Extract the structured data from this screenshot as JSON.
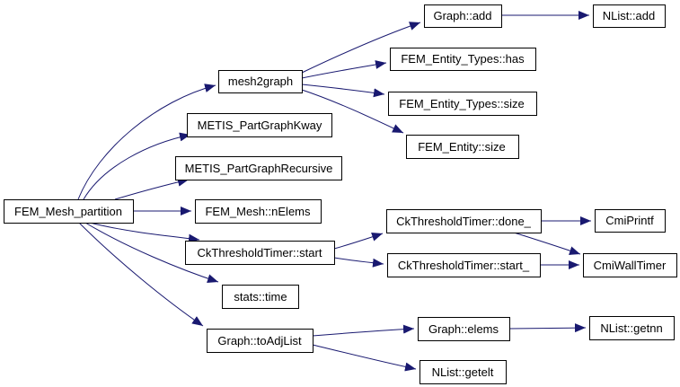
{
  "diagram": {
    "type": "call-graph",
    "colors": {
      "background": "#ffffff",
      "edge": "#191970",
      "node_border": "#000000",
      "node_fill": "#ffffff",
      "root_fill": "#c0c0c0",
      "text": "#000000"
    },
    "nodes": {
      "partition": {
        "label": "FEM_Mesh_partition",
        "role": "root"
      },
      "mesh2graph": {
        "label": "mesh2graph"
      },
      "kway": {
        "label": "METIS_PartGraphKway"
      },
      "recursive": {
        "label": "METIS_PartGraphRecursive"
      },
      "nelems": {
        "label": "FEM_Mesh::nElems"
      },
      "ckstart": {
        "label": "CkThresholdTimer::start"
      },
      "statstime": {
        "label": "stats::time"
      },
      "toadjlist": {
        "label": "Graph::toAdjList"
      },
      "graphadd": {
        "label": "Graph::add"
      },
      "nlistadd": {
        "label": "NList::add"
      },
      "typeshas": {
        "label": "FEM_Entity_Types::has"
      },
      "typessize": {
        "label": "FEM_Entity_Types::size"
      },
      "entitysize": {
        "label": "FEM_Entity::size"
      },
      "done": {
        "label": "CkThresholdTimer::done_"
      },
      "cmiprintf": {
        "label": "CmiPrintf"
      },
      "start2": {
        "label": "CkThresholdTimer::start_"
      },
      "cmiwalltimer": {
        "label": "CmiWallTimer"
      },
      "elems": {
        "label": "Graph::elems"
      },
      "getnn": {
        "label": "NList::getnn"
      },
      "getelt": {
        "label": "NList::getelt"
      }
    },
    "edges": [
      {
        "from": "FEM_Mesh_partition",
        "to": "mesh2graph"
      },
      {
        "from": "FEM_Mesh_partition",
        "to": "METIS_PartGraphKway"
      },
      {
        "from": "FEM_Mesh_partition",
        "to": "METIS_PartGraphRecursive"
      },
      {
        "from": "FEM_Mesh_partition",
        "to": "FEM_Mesh::nElems"
      },
      {
        "from": "FEM_Mesh_partition",
        "to": "CkThresholdTimer::start"
      },
      {
        "from": "FEM_Mesh_partition",
        "to": "stats::time"
      },
      {
        "from": "FEM_Mesh_partition",
        "to": "Graph::toAdjList"
      },
      {
        "from": "mesh2graph",
        "to": "Graph::add"
      },
      {
        "from": "mesh2graph",
        "to": "FEM_Entity_Types::has"
      },
      {
        "from": "mesh2graph",
        "to": "FEM_Entity_Types::size"
      },
      {
        "from": "mesh2graph",
        "to": "FEM_Entity::size"
      },
      {
        "from": "Graph::add",
        "to": "NList::add"
      },
      {
        "from": "CkThresholdTimer::start",
        "to": "CkThresholdTimer::done_"
      },
      {
        "from": "CkThresholdTimer::start",
        "to": "CkThresholdTimer::start_"
      },
      {
        "from": "CkThresholdTimer::done_",
        "to": "CmiPrintf"
      },
      {
        "from": "CkThresholdTimer::done_",
        "to": "CmiWallTimer"
      },
      {
        "from": "CkThresholdTimer::start_",
        "to": "CmiWallTimer"
      },
      {
        "from": "Graph::toAdjList",
        "to": "Graph::elems"
      },
      {
        "from": "Graph::toAdjList",
        "to": "NList::getelt"
      },
      {
        "from": "Graph::elems",
        "to": "NList::getnn"
      }
    ]
  }
}
